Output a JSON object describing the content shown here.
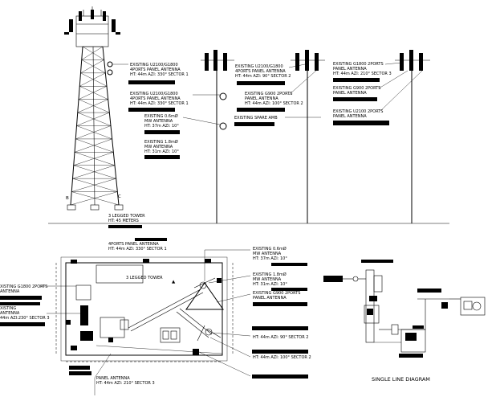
{
  "elevation": {
    "tower_letters": {
      "b": "B",
      "c": "C"
    },
    "tower_caption": [
      "3 LEGGED TOWER",
      "HT: 45 METERS"
    ],
    "tower_callouts": [
      [
        "EXISTING  U2100/G1800",
        "4PORTS PANEL ANTENNA",
        "HT: 44m AZI: 330° SECTOR 1"
      ],
      [
        "EXISTING  U2100/G1800",
        "4PORTS PANEL ANTENNA",
        "HT: 44m AZI: 330° SECTOR 1"
      ],
      [
        "EXISTING 0.6mØ",
        "MW ANTENNA",
        "HT: 37m AZI: 10°"
      ],
      [
        "EXISTING 1.8mØ",
        "MW ANTENNA",
        "HT: 31m AZI: 10°"
      ]
    ],
    "mast2_callouts": [
      [
        "EXISTING U2100/G1800",
        "4PORTS PANEL ANTENNA",
        "HT: 44m AZI: 90° SECTOR 2"
      ],
      [
        "EXISTING G900 2PORTS",
        "PANEL ANTENNA",
        "HT: 44m AZI: 100° SECTOR 2"
      ],
      [
        "EXISTING SPARE AMB"
      ]
    ],
    "mast3_callouts": [
      [
        "EXISTING G1800 2PORTS",
        "PANEL ANTENNA",
        "HT: 44m AZI: 210° SECTOR 3"
      ],
      [
        "EXISTING G900 2PORTS",
        "PANEL ANTENNA"
      ],
      [
        "EXISTING U2100 2PORTS",
        "PANEL ANTENNA"
      ]
    ]
  },
  "plan": {
    "top_callout": [
      "4PORTS PANEL ANTENNA",
      "HT: 44m AZI: 330° SECTOR 1"
    ],
    "tower_label": "3 LEGGED TOWER",
    "right_callouts": [
      [
        "EXISTING 0.6mØ",
        "MW ANTENNA",
        "HT: 37m AZI: 10°"
      ],
      [
        "EXISTING 1.8mØ",
        "MW ANTENNA",
        "HT: 31m AZI: 10°"
      ],
      [
        "EXISTING G900 2PORTS",
        "PANEL ANTENNA"
      ]
    ],
    "right_lower_callouts": [
      "HT: 44m AZI: 90° SECTOR 2",
      "HT: 44m AZI: 100° SECTOR 2"
    ],
    "left_callouts": [
      [
        "XISTING G1800 2PORTS",
        "ANTENNA"
      ],
      [
        "XISTING",
        "ANTENNA",
        "44m AZI:230° SECTOR 3"
      ]
    ],
    "bottom_callout": [
      "PANEL ANTENNA",
      "HT: 44m AZI: 210° SECTOR 3"
    ]
  },
  "single_line": {
    "title": "SINGLE LINE DIAGRAM"
  }
}
